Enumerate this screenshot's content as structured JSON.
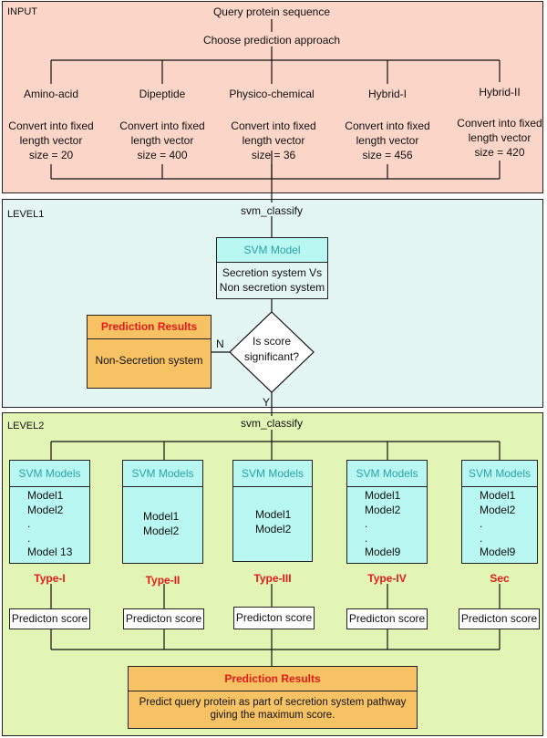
{
  "input": {
    "label": "INPUT",
    "query": "Query protein sequence",
    "approach": "Choose prediction approach",
    "methods": [
      {
        "name": "Amino-acid",
        "line1": "Convert into fixed",
        "line2": "length vector",
        "size": "size = 20"
      },
      {
        "name": "Dipeptide",
        "line1": "Convert into fixed",
        "line2": "length vector",
        "size": "size = 400"
      },
      {
        "name": "Physico-chemical",
        "line1": "Convert into fixed",
        "line2": "length vector",
        "size": "size = 36"
      },
      {
        "name": "Hybrid-I",
        "line1": "Convert into fixed",
        "line2": "length vector",
        "size": "size = 456"
      },
      {
        "name": "Hybrid-II",
        "line1": "Convert into fixed",
        "line2": "length vector",
        "size": "size = 420"
      }
    ]
  },
  "level1": {
    "label": "LEVEL1",
    "svm_classify": "svm_classify",
    "svm_model_title": "SVM Model",
    "svm_model_line1": "Secretion system Vs",
    "svm_model_line2": "Non secretion system",
    "decision_line1": "Is score",
    "decision_line2": "significant?",
    "no_label": "N",
    "yes_label": "Y",
    "result_title": "Prediction Results",
    "result_text": "Non-Secretion system"
  },
  "level2": {
    "label": "LEVEL2",
    "svm_classify": "svm_classify",
    "models_title": "SVM Models",
    "groups": [
      {
        "type": "Type-I",
        "models": [
          "Model1",
          "Model2",
          ".",
          ".",
          "Model 13"
        ],
        "score": "Predicton score"
      },
      {
        "type": "Type-II",
        "models": [
          "Model1",
          "Model2"
        ],
        "score": "Predicton score"
      },
      {
        "type": "Type-III",
        "models": [
          "Model1",
          "Model2"
        ],
        "score": "Predicton score"
      },
      {
        "type": "Type-IV",
        "models": [
          "Model1",
          "Model2",
          ".",
          ".",
          "Model9"
        ],
        "score": "Predicton score"
      },
      {
        "type": "Sec",
        "models": [
          "Model1",
          "Model2",
          ".",
          ".",
          "Model9"
        ],
        "score": "Predicton score"
      }
    ],
    "final_title": "Prediction Results",
    "final_line1": "Predict query protein as part of secretion system pathway",
    "final_line2": "giving the maximum score."
  },
  "colors": {
    "input_bg": "#fbd5c7",
    "level1_bg": "#e3f6f2",
    "level2_bg": "#e3f5b4",
    "svm_title_bg": "#b8f7f2",
    "svm_title_text": "#2aa3a8",
    "result_bg": "#f7c263",
    "type_text": "#e41a1a"
  }
}
